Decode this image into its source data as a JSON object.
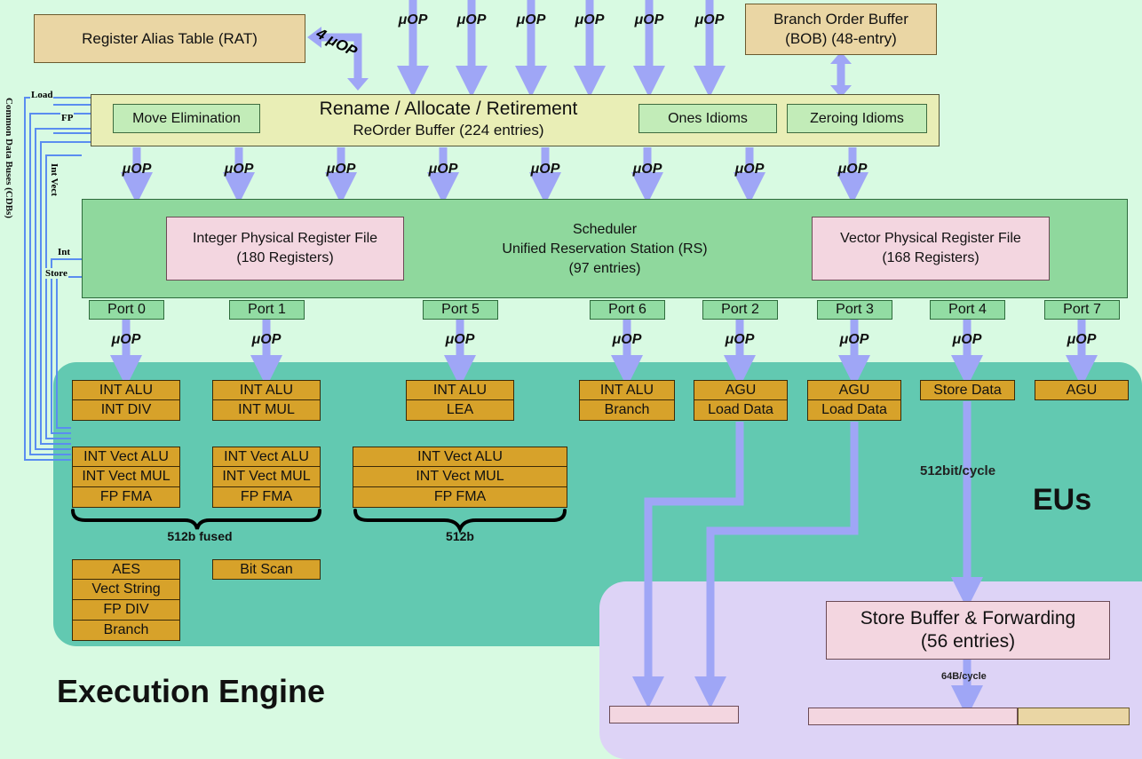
{
  "rat": "Register Alias Table (RAT)",
  "bob": {
    "line1": "Branch Order Buffer",
    "line2": "(BOB) (48-entry)"
  },
  "four_uop": "4 μOP",
  "uop": "μOP",
  "rob": {
    "title": "Rename / Allocate / Retirement",
    "subtitle": "ReOrder Buffer (224 entries)",
    "move_elim": "Move Elimination",
    "ones_idioms": "Ones Idioms",
    "zeroing_idioms": "Zeroing Idioms"
  },
  "scheduler": {
    "line1": "Scheduler",
    "line2": "Unified Reservation Station (RS)",
    "line3": "(97 entries)",
    "int_prf": {
      "line1": "Integer Physical Register File",
      "line2": "(180 Registers)"
    },
    "vec_prf": {
      "line1": "Vector Physical Register File",
      "line2": "(168 Registers)"
    }
  },
  "ports": [
    "Port 0",
    "Port 1",
    "Port 5",
    "Port 6",
    "Port 2",
    "Port 3",
    "Port 4",
    "Port 7"
  ],
  "cdb": {
    "title": "Common Data Buses (CDBs)",
    "load": "Load",
    "fp": "FP",
    "int_vect": "Int Vect",
    "int": "Int",
    "store": "Store"
  },
  "eu": {
    "label": "EUs",
    "p0_top": [
      "INT ALU",
      "INT DIV"
    ],
    "p1_top": [
      "INT ALU",
      "INT MUL"
    ],
    "p5_top": [
      "INT ALU",
      "LEA"
    ],
    "p6_top": [
      "INT ALU",
      "Branch"
    ],
    "p2_top": [
      "AGU",
      "Load Data"
    ],
    "p3_top": [
      "AGU",
      "Load Data"
    ],
    "p4_top": [
      "Store Data"
    ],
    "p7_top": [
      "AGU"
    ],
    "p0_vec": [
      "INT Vect ALU",
      "INT Vect MUL",
      "FP FMA"
    ],
    "p1_vec": [
      "INT Vect ALU",
      "INT Vect MUL",
      "FP FMA"
    ],
    "p5_vec": [
      "INT Vect ALU",
      "INT Vect MUL",
      "FP FMA"
    ],
    "fused_label": "512b fused",
    "p5_label": "512b",
    "p0_misc": [
      "AES",
      "Vect String",
      "FP DIV",
      "Branch"
    ],
    "p1_misc": [
      "Bit Scan"
    ],
    "bw": "512bit/cycle"
  },
  "store_buffer": {
    "line1": "Store Buffer & Forwarding",
    "line2": "(56 entries)"
  },
  "bw64": "64B/cycle",
  "engine_label": "Execution Engine",
  "colors": {
    "arrow": "#9fa6f6",
    "bus": "#5a8df0",
    "unit": "#d7a22a"
  }
}
